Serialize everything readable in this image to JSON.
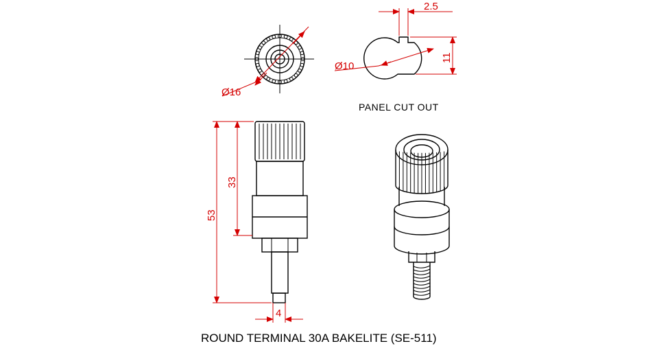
{
  "colors": {
    "dimension": "#d40000",
    "outline": "#000000",
    "background": "#ffffff"
  },
  "dimensions": {
    "top_diameter": "Ø16",
    "cutout_diameter": "Ø10",
    "cutout_flat": "11",
    "cutout_key": "2.5",
    "height_total": "53",
    "height_head": "33",
    "stud_width": "4"
  },
  "labels": {
    "panel_cutout": "PANEL CUT OUT"
  },
  "title": "ROUND TERMINAL 30A BAKELITE (SE-511)"
}
